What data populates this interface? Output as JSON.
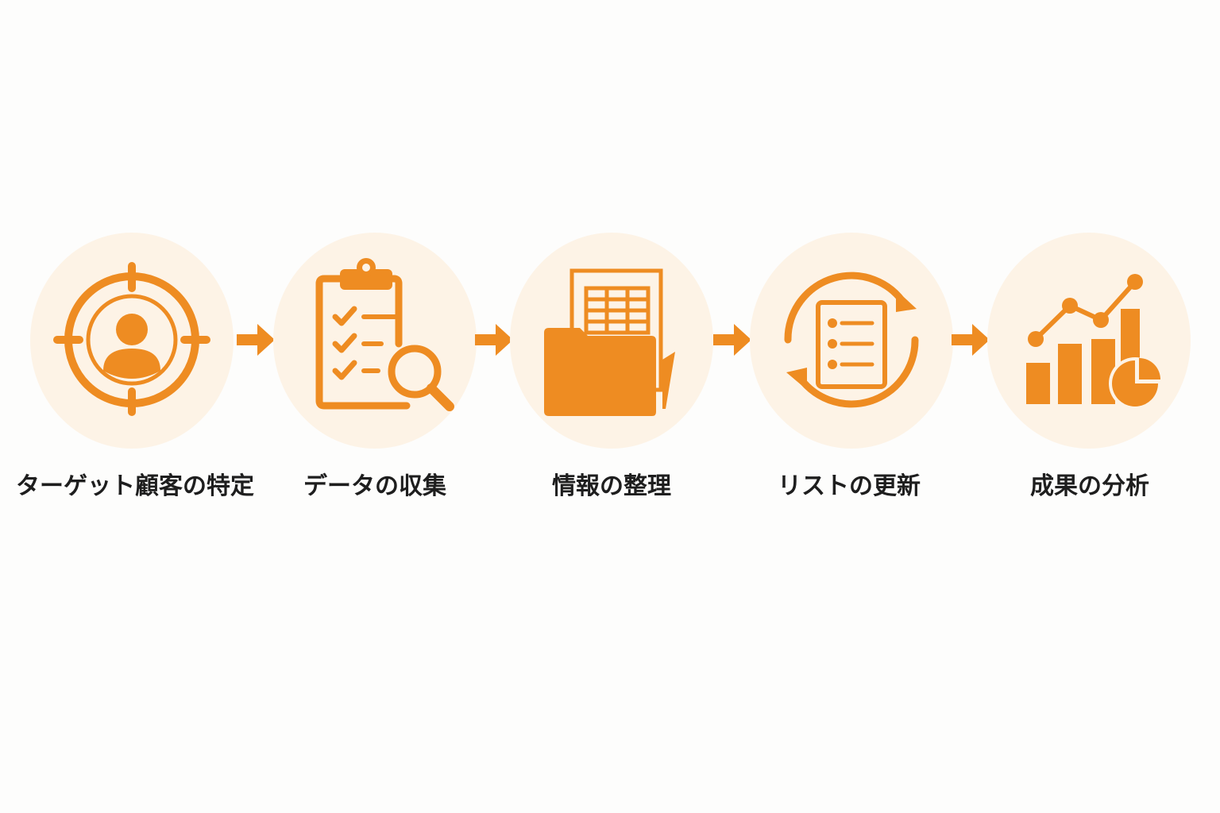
{
  "accent_color": "#ee8c22",
  "circle_color": "#fdf3e6",
  "text_color": "#1e1e1e",
  "steps": [
    {
      "label": "ターゲット顧客の特定",
      "icon": "target-person-icon"
    },
    {
      "label": "データの収集",
      "icon": "clipboard-search-icon"
    },
    {
      "label": "情報の整理",
      "icon": "folder-spreadsheet-icon"
    },
    {
      "label": "リストの更新",
      "icon": "refresh-list-icon"
    },
    {
      "label": "成果の分析",
      "icon": "chart-analysis-icon"
    }
  ],
  "arrow_icon": "arrow-right-icon"
}
